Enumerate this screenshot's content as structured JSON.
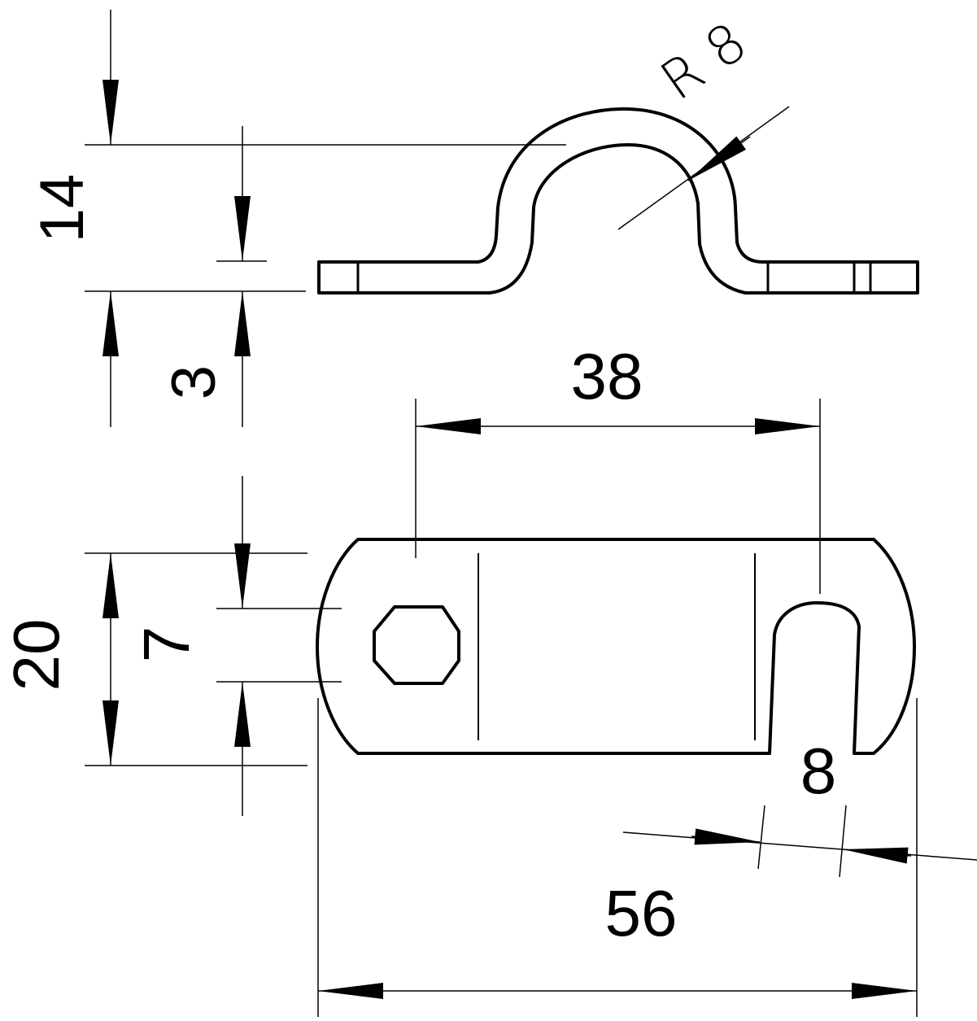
{
  "drawing": {
    "dimensions": {
      "overall_height": "14",
      "material_thickness": "3",
      "bend_radius": "R 8",
      "hole_spacing": "38",
      "strap_width": "20",
      "hole_width": "7",
      "slot_width": "8",
      "overall_length": "56"
    }
  }
}
